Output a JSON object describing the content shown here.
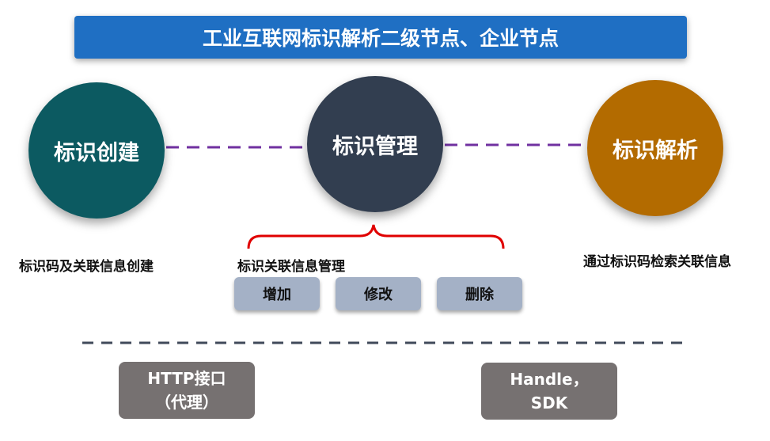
{
  "title": "工业互联网标识解析二级节点、企业节点",
  "nodes": {
    "create": {
      "label": "标识创建",
      "caption": "标识码及关联信息创建",
      "color": "#0c5a61"
    },
    "manage": {
      "label": "标识管理",
      "caption": "标识关联信息管理",
      "color": "#323e50"
    },
    "parse": {
      "label": "标识解析",
      "caption": "通过标识码检索关联信息",
      "color": "#b36b00"
    }
  },
  "operations": {
    "add": "增加",
    "modify": "修改",
    "delete": "删除"
  },
  "interfaces": {
    "http": {
      "line1": "HTTP接口",
      "line2": "（代理）"
    },
    "handle": {
      "line1": "Handle，",
      "line2": "SDK"
    }
  },
  "colors": {
    "title_bg": "#1f6fc3",
    "connector": "#7030a0",
    "brace": "#e00000",
    "divider": "#404a5a",
    "button_bg": "#a4b1c6",
    "interface_bg": "#767171"
  }
}
